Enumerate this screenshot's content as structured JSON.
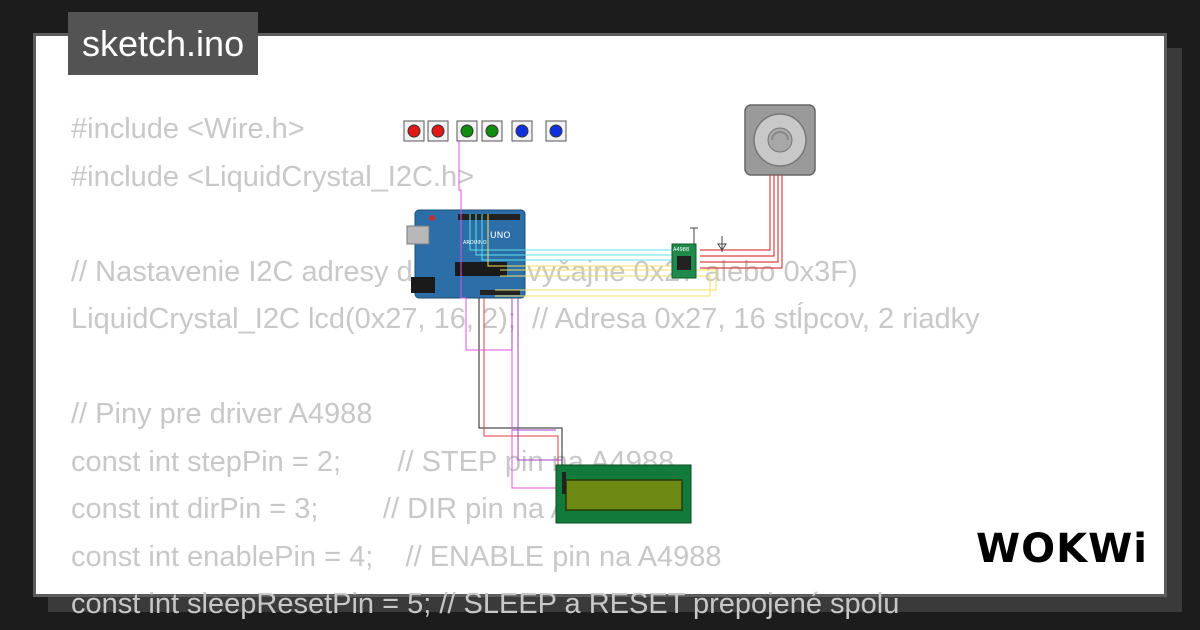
{
  "tab": {
    "filename": "sketch.ino"
  },
  "code_lines": [
    "#include <Wire.h>",
    "#include <LiquidCrystal_I2C.h>",
    "",
    "// Nastavenie I2C adresy displeja (zvyčajne 0x27 alebo 0x3F)",
    "LiquidCrystal_I2C lcd(0x27, 16, 2);  // Adresa 0x27, 16 stĺpcov, 2 riadky",
    "",
    "// Piny pre driver A4988",
    "const int stepPin = 2;       // STEP pin na A4988",
    "const int dirPin = 3;        // DIR pin na A4988",
    "const int enablePin = 4;    // ENABLE pin na A4988",
    "const int sleepResetPin = 5; // SLEEP a RESET prepojené spolu"
  ],
  "diagram": {
    "buttons": [
      "red",
      "red",
      "green",
      "green",
      "blue",
      "blue"
    ],
    "board_label": "UNO",
    "board_brand": "ARDUINO",
    "driver_label": "A4988",
    "colors": {
      "board": "#2c6ea8",
      "driver": "#1f8a4c",
      "lcd_frame": "#127a3a",
      "lcd_screen": "#6f8a14",
      "wire_cyan": "#5ee0e8",
      "wire_yellow": "#f0e060",
      "wire_red": "#d94040",
      "wire_black": "#222222",
      "wire_purple": "#a040c0",
      "wire_magenta": "#e050e0"
    }
  },
  "brand": {
    "logo": "WOKWi"
  }
}
